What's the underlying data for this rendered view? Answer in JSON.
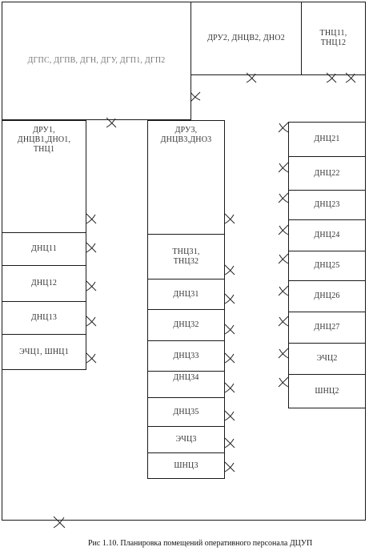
{
  "rooms": {
    "dgps": "ДГПС, ДГПВ, ДГН, ДГУ, ДГП1, ДГП2",
    "dru2": "ДРУ2, ДНЦВ2, ДНО2",
    "tnc11": "ТНЦ11,\nТНЦ12",
    "dru1": "ДРУ1,\nДНЦВ1,ДНО1,\nТНЦ1",
    "dnc11": "ДНЦ11",
    "dnc12": "ДНЦ12",
    "dnc13": "ДНЦ13",
    "echc1": "ЭЧЦ1, ШНЦ1",
    "dru3": "ДРУ3,\nДНЦВ3,ДНО3",
    "tnc31": "ТНЦ31,\nТНЦ32",
    "dnc31": "ДНЦ31",
    "dnc32": "ДНЦ32",
    "dnc33": "ДНЦ33",
    "dnc34": "ДНЦ34",
    "dnc35": "ДНЦ35",
    "echc3": "ЭЧЦ3",
    "shnc3": "ШНЦ3",
    "dnc21": "ДНЦ21",
    "dnc22": "ДНЦ22",
    "dnc23": "ДНЦ23",
    "dnc24": "ДНЦ24",
    "dnc25": "ДНЦ25",
    "dnc26": "ДНЦ26",
    "dnc27": "ДНЦ27",
    "echc2": "ЭЧЦ2",
    "shnc2": "ШНЦ2"
  },
  "caption": "Рис 1.10. Планировка помещений оперативного персонала ДЦУП"
}
